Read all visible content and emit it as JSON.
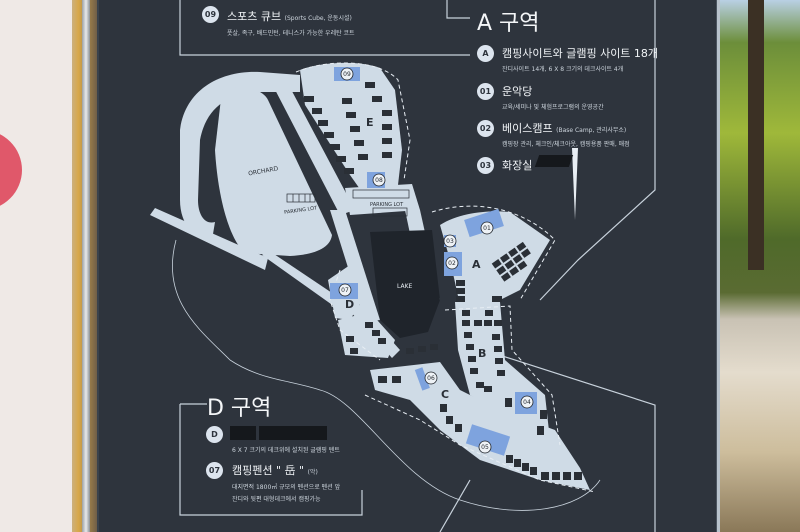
{
  "sign": {
    "top_item": {
      "number": "09",
      "title": "스포츠 큐브",
      "title_note": "(Sports Cube, 운동시설)",
      "description": "풋살, 족구, 배드민턴, 테니스가 가능한 우레탄 코트"
    },
    "zone_a": {
      "heading": "A 구역",
      "items": [
        {
          "number": "A",
          "title": "캠핑사이트와 글램핑 사이트 18개",
          "note": "",
          "description": "잔디사이트 14개, 6 X 8 크기의 데크사이트 4개"
        },
        {
          "number": "01",
          "title": "운악당",
          "note": "",
          "description": "교육/세미나 및 체험프로그램의 운영공간"
        },
        {
          "number": "02",
          "title": "베이스캠프",
          "note": "(Base Camp, 관리사무소)",
          "description": "캠핑장 관리, 체크인/체크아웃, 캠핑용품 판매, 매점"
        },
        {
          "number": "03",
          "title": "화장실",
          "note": "",
          "description": ""
        }
      ]
    },
    "zone_d": {
      "heading": "D 구역",
      "items": [
        {
          "number": "D",
          "title": "",
          "note": "",
          "description": "6 X 7 크기의 데크위에 설치된 글램핑 텐트"
        },
        {
          "number": "07",
          "title": "캠핑펜션 \" 岳 \"",
          "note": "(악)",
          "description": "대지면적 1800㎡ 규모의 펜션으로 펜션 앞",
          "description2": "잔디와 뒷편 대형데크에서 캠핑가능"
        }
      ]
    },
    "map": {
      "labels": {
        "orchard": "ORCHARD",
        "parking1": "PARKING LOT",
        "parking2": "PARKING LOT",
        "lake": "LAKE",
        "zone_a": "A",
        "zone_b": "B",
        "zone_c": "C",
        "zone_d": "D",
        "zone_e": "E"
      },
      "facilities": [
        "01",
        "02",
        "03",
        "04",
        "05",
        "06",
        "07",
        "08",
        "09"
      ],
      "colors": {
        "land": "#cfdbe6",
        "facility": "#7ea3de",
        "board": "#2e343d",
        "site": "#2a2f36"
      }
    }
  }
}
